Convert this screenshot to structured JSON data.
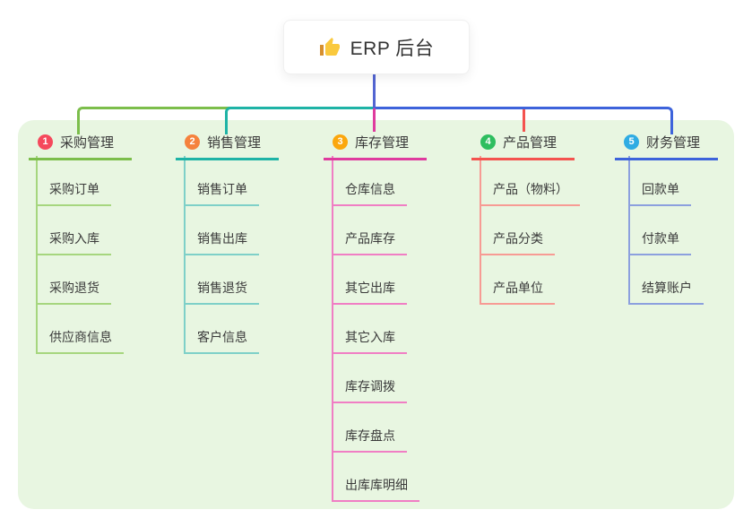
{
  "root": {
    "label": "ERP 后台",
    "icon": "thumbs-up-icon"
  },
  "colors": {
    "panel_bg": "#e8f6e1",
    "root_line": "#5365d2",
    "text": "#3a3a3a",
    "root_bg": "#ffffff"
  },
  "branches": [
    {
      "index": "1",
      "label": "采购管理",
      "badge_color": "#f5495c",
      "line_color": "#7cbe4b",
      "child_line_color": "#a6d67e",
      "children": [
        "采购订单",
        "采购入库",
        "采购退货",
        "供应商信息"
      ]
    },
    {
      "index": "2",
      "label": "销售管理",
      "badge_color": "#f5823d",
      "line_color": "#1eb3a6",
      "child_line_color": "#7ed0c8",
      "children": [
        "销售订单",
        "销售出库",
        "销售退货",
        "客户信息"
      ]
    },
    {
      "index": "3",
      "label": "库存管理",
      "badge_color": "#fba70d",
      "line_color": "#df3b9e",
      "child_line_color": "#f07ec4",
      "children": [
        "仓库信息",
        "产品库存",
        "其它出库",
        "其它入库",
        "库存调拨",
        "库存盘点",
        "出库库明细"
      ]
    },
    {
      "index": "4",
      "label": "产品管理",
      "badge_color": "#2ebe5f",
      "line_color": "#f4534f",
      "child_line_color": "#f79b94",
      "children": [
        "产品（物料）",
        "产品分类",
        "产品单位"
      ]
    },
    {
      "index": "5",
      "label": "财务管理",
      "badge_color": "#2face3",
      "line_color": "#3d63db",
      "child_line_color": "#8ca0de",
      "children": [
        "回款单",
        "付款单",
        "结算账户"
      ]
    }
  ]
}
